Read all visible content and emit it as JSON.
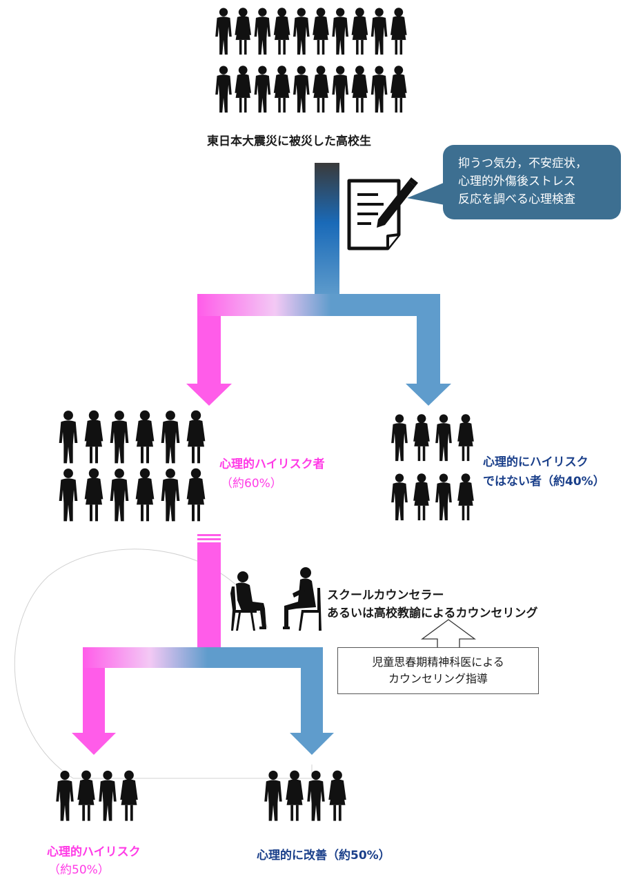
{
  "top": {
    "caption": "東日本大震災に被災した高校生"
  },
  "bubble": {
    "lines": [
      "抑うつ気分，不安症状，",
      "心理的外傷後ストレス",
      "反応を調べる心理検査"
    ]
  },
  "high_risk": {
    "label": "心理的ハイリスク者",
    "percent": "（約60%）"
  },
  "not_high_risk": {
    "line1": "心理的にハイリスク",
    "line2": "ではない者（約40%）"
  },
  "counseling": {
    "line1": "スクールカウンセラー",
    "line2": "あるいは高校教諭によるカウンセリング",
    "guidance_line1": "児童思春期精神科医による",
    "guidance_line2": "カウンセリング指導"
  },
  "outcome_high_risk": {
    "label": "心理的ハイリスク",
    "percent": "（約50%）"
  },
  "outcome_improved": {
    "label": "心理的に改善（約50%）"
  },
  "colors": {
    "pink": "#ff3be6",
    "blue": "#5f9ccc",
    "navy": "#1a3f8a",
    "bubble": "#3d6f91",
    "silhouette": "#111111"
  },
  "icons": [
    "student-silhouette-icon",
    "document-pencil-icon",
    "seated-counselor-icon",
    "seated-student-icon",
    "outline-up-arrow-icon"
  ]
}
